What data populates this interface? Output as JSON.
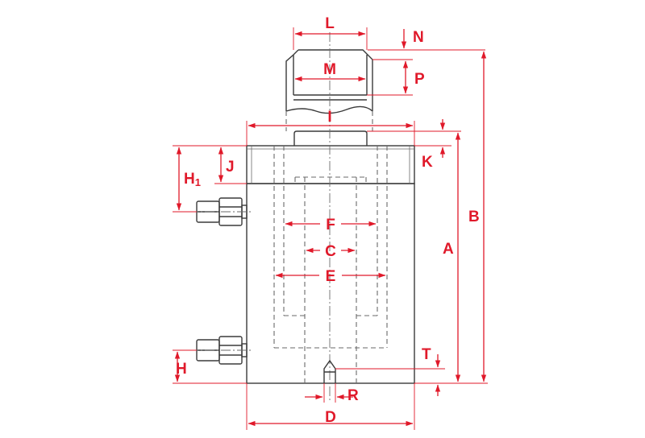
{
  "colors": {
    "dimension": "#e0192a",
    "outline": "#3a3a3a",
    "hidden": "#6a6a6a",
    "background": "#ffffff"
  },
  "labels": {
    "L": "L",
    "N": "N",
    "M": "M",
    "P": "P",
    "I": "I",
    "K": "K",
    "J": "J",
    "H1_main": "H",
    "H1_sub": "1",
    "F": "F",
    "C": "C",
    "E": "E",
    "A": "A",
    "B": "B",
    "T": "T",
    "H": "H",
    "R": "R",
    "D": "D"
  }
}
